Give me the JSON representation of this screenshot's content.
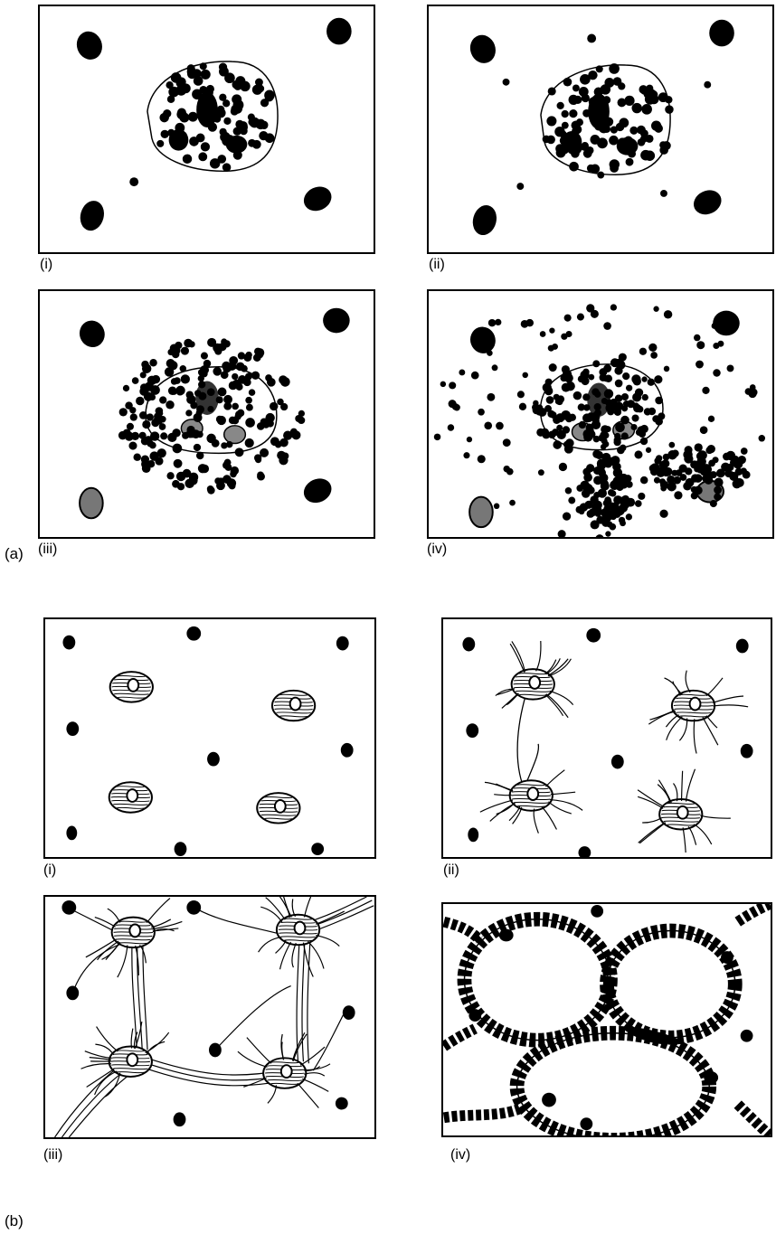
{
  "figure": {
    "groups": [
      {
        "label": "(a)",
        "panels": [
          "(i)",
          "(ii)",
          "(iii)",
          "(iv)"
        ]
      },
      {
        "label": "(b)",
        "panels": [
          "(i)",
          "(ii)",
          "(iii)",
          "(iv)"
        ]
      }
    ]
  }
}
